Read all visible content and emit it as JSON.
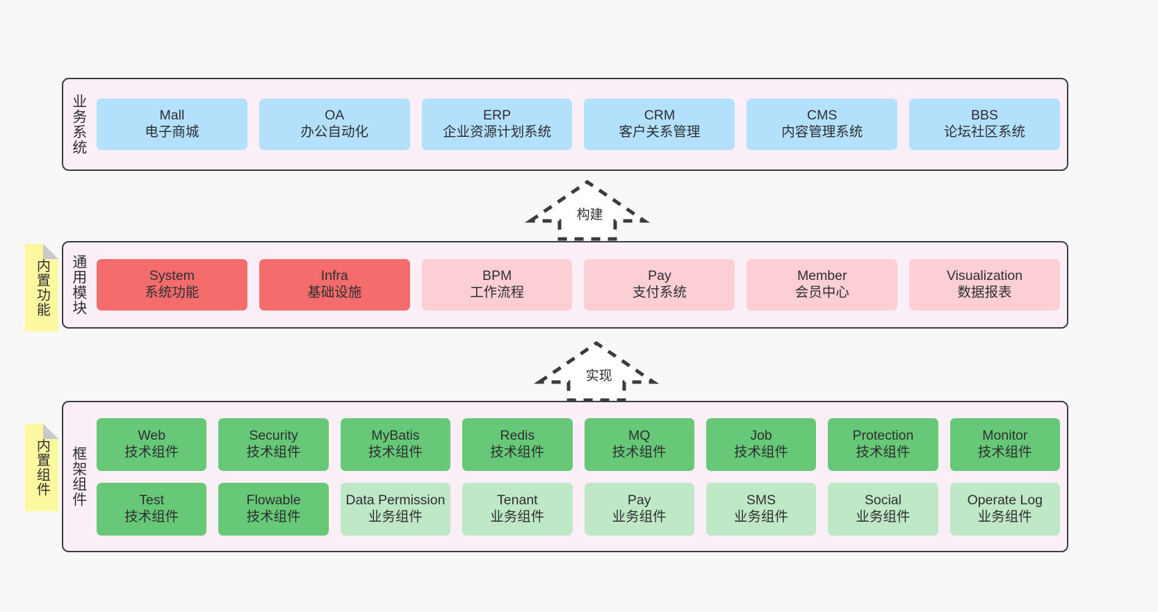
{
  "diagram": {
    "background_color": "#f8f8f8",
    "panel_color": "#faeef7",
    "panel_border_color": "#3a3a40"
  },
  "notes": [
    {
      "id": "builtin-function",
      "text": "内置功能",
      "color": "#fcf8a0"
    },
    {
      "id": "builtin-component",
      "text": "内置组件",
      "color": "#fcf8a0"
    }
  ],
  "layers": {
    "business": {
      "title": "业务系统",
      "card_color": "#b3e0fb",
      "cards": [
        {
          "en": "Mall",
          "cn": "电子商城"
        },
        {
          "en": "OA",
          "cn": "办公自动化"
        },
        {
          "en": "ERP",
          "cn": "企业资源计划系统"
        },
        {
          "en": "CRM",
          "cn": "客户关系管理"
        },
        {
          "en": "CMS",
          "cn": "内容管理系统"
        },
        {
          "en": "BBS",
          "cn": "论坛社区系统"
        }
      ]
    },
    "modules": {
      "title": "通用模块",
      "primary_color": "#f56c6c",
      "secondary_color": "#fccfd5",
      "cards": [
        {
          "en": "System",
          "cn": "系统功能",
          "tone": "c-red"
        },
        {
          "en": "Infra",
          "cn": "基础设施",
          "tone": "c-red"
        },
        {
          "en": "BPM",
          "cn": "工作流程",
          "tone": "c-pink"
        },
        {
          "en": "Pay",
          "cn": "支付系统",
          "tone": "c-pink"
        },
        {
          "en": "Member",
          "cn": "会员中心",
          "tone": "c-pink"
        },
        {
          "en": "Visualization",
          "cn": "数据报表",
          "tone": "c-pink"
        }
      ]
    },
    "framework": {
      "title": "框架组件",
      "tech_color": "#67c877",
      "biz_color": "#bfe8c6",
      "row1": [
        {
          "en": "Web",
          "cn": "技术组件",
          "tone": "c-green"
        },
        {
          "en": "Security",
          "cn": "技术组件",
          "tone": "c-green"
        },
        {
          "en": "MyBatis",
          "cn": "技术组件",
          "tone": "c-green"
        },
        {
          "en": "Redis",
          "cn": "技术组件",
          "tone": "c-green"
        },
        {
          "en": "MQ",
          "cn": "技术组件",
          "tone": "c-green"
        },
        {
          "en": "Job",
          "cn": "技术组件",
          "tone": "c-green"
        },
        {
          "en": "Protection",
          "cn": "技术组件",
          "tone": "c-green"
        },
        {
          "en": "Monitor",
          "cn": "技术组件",
          "tone": "c-green"
        }
      ],
      "row2": [
        {
          "en": "Test",
          "cn": "技术组件",
          "tone": "c-green"
        },
        {
          "en": "Flowable",
          "cn": "技术组件",
          "tone": "c-green"
        },
        {
          "en": "Data Permission",
          "cn": "业务组件",
          "tone": "c-lightgreen"
        },
        {
          "en": "Tenant",
          "cn": "业务组件",
          "tone": "c-lightgreen"
        },
        {
          "en": "Pay",
          "cn": "业务组件",
          "tone": "c-lightgreen"
        },
        {
          "en": "SMS",
          "cn": "业务组件",
          "tone": "c-lightgreen"
        },
        {
          "en": "Social",
          "cn": "业务组件",
          "tone": "c-lightgreen"
        },
        {
          "en": "Operate Log",
          "cn": "业务组件",
          "tone": "c-lightgreen"
        }
      ]
    }
  },
  "arrows": [
    {
      "id": "build",
      "label": "构建",
      "direction": "up",
      "style": "dashed-hollow"
    },
    {
      "id": "implement",
      "label": "实现",
      "direction": "up",
      "style": "dashed-hollow"
    }
  ]
}
